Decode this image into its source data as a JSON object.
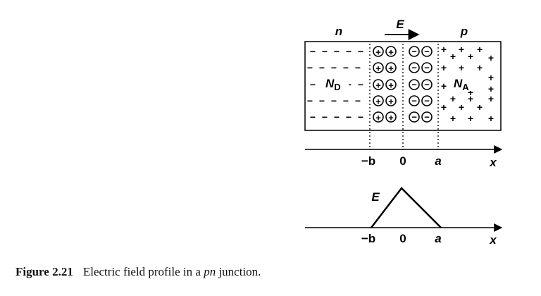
{
  "labels": {
    "n_region": "n",
    "p_region": "p",
    "field_top": "E",
    "donor_main": "N",
    "donor_sub": "D",
    "acceptor_main": "N",
    "acceptor_sub": "A",
    "tick_neg_b": "−b",
    "tick_zero": "0",
    "tick_a": "a",
    "axis_x": "x",
    "field_plot": "E",
    "tick2_neg_b": "−b",
    "tick2_zero": "0",
    "tick2_a": "a",
    "axis2_x": "x"
  },
  "charges": {
    "electron": "−",
    "hole": "+",
    "positive_ion": "+",
    "negative_ion": "−"
  },
  "caption": {
    "figure_number": "Figure 2.21",
    "text_before": "Electric field profile in a",
    "italic": "pn",
    "text_after": "junction."
  }
}
